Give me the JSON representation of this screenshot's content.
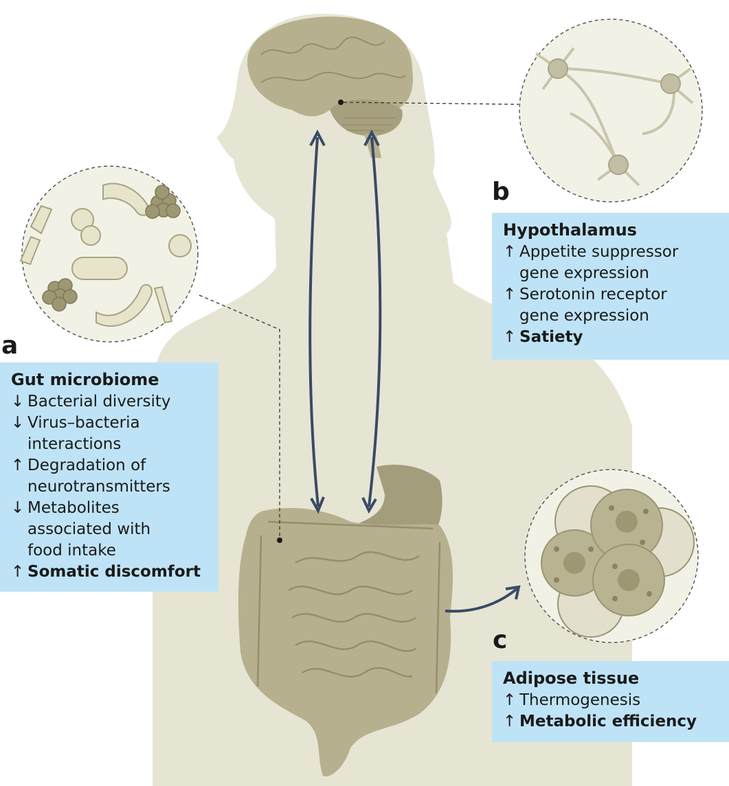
{
  "panels": {
    "a": {
      "letter": "a",
      "title": "Gut microbiome",
      "items": [
        {
          "arrow": "↓",
          "lines": [
            "Bacterial diversity"
          ],
          "bold": false
        },
        {
          "arrow": "↓",
          "lines": [
            "Virus–bacteria",
            "interactions"
          ],
          "bold": false
        },
        {
          "arrow": "↑",
          "lines": [
            "Degradation of",
            "neurotransmitters"
          ],
          "bold": false
        },
        {
          "arrow": "↓",
          "lines": [
            "Metabolites",
            "associated with",
            "food intake"
          ],
          "bold": false
        },
        {
          "arrow": "↑",
          "lines": [
            "Somatic discomfort"
          ],
          "bold": true
        }
      ]
    },
    "b": {
      "letter": "b",
      "title": "Hypothalamus",
      "items": [
        {
          "arrow": "↑",
          "lines": [
            "Appetite suppressor",
            "gene expression"
          ],
          "bold": false
        },
        {
          "arrow": "↑",
          "lines": [
            "Serotonin receptor",
            "gene expression"
          ],
          "bold": false
        },
        {
          "arrow": "↑",
          "lines": [
            "Satiety"
          ],
          "bold": true
        }
      ]
    },
    "c": {
      "letter": "c",
      "title": "Adipose tissue",
      "items": [
        {
          "arrow": "↑",
          "lines": [
            "Thermogenesis"
          ],
          "bold": false
        },
        {
          "arrow": "↑",
          "lines": [
            "Metabolic efficiency"
          ],
          "bold": true
        }
      ]
    }
  },
  "colors": {
    "body": "#e6e5d4",
    "organ": "#b6b08e",
    "organ_dark": "#8f896a",
    "box": "#bfe3f6",
    "arrow": "#3a4a66"
  }
}
